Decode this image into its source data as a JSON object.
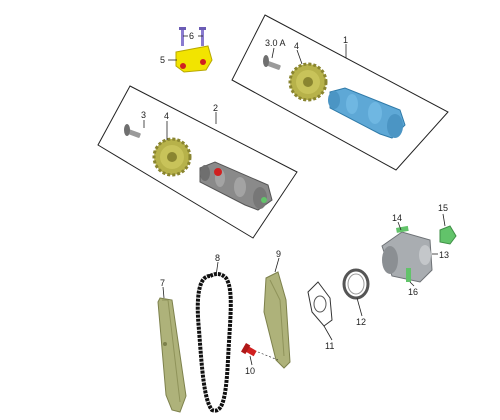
{
  "diagram": {
    "callouts": {
      "c1": "1",
      "c2": "2",
      "c3": "3",
      "c3_0a": "3.0 A",
      "c4a": "4",
      "c4b": "4",
      "c5": "5",
      "c6": "6",
      "c7": "7",
      "c8": "8",
      "c9": "9",
      "c10": "10",
      "c11": "11",
      "c12": "12",
      "c13": "13",
      "c14": "14",
      "c15": "15",
      "c16": "16"
    },
    "colors": {
      "sprocket": "#b7b24a",
      "sprocket_dark": "#8a8530",
      "camshaft_blue": "#5ea8d6",
      "camshaft_blue_dark": "#2f7aa8",
      "camshaft_gray": "#8a8a8a",
      "bolt_gray": "#9a9a9a",
      "bolt_purple": "#8a7bd0",
      "bracket_yellow": "#f2e400",
      "red_part": "#d02020",
      "green_part": "#62c36a",
      "chain_black": "#111111",
      "guide_olive": "#aeb27a",
      "tensioner_gray": "#a9adb1",
      "gasket_gray": "#c7c7c7"
    }
  }
}
